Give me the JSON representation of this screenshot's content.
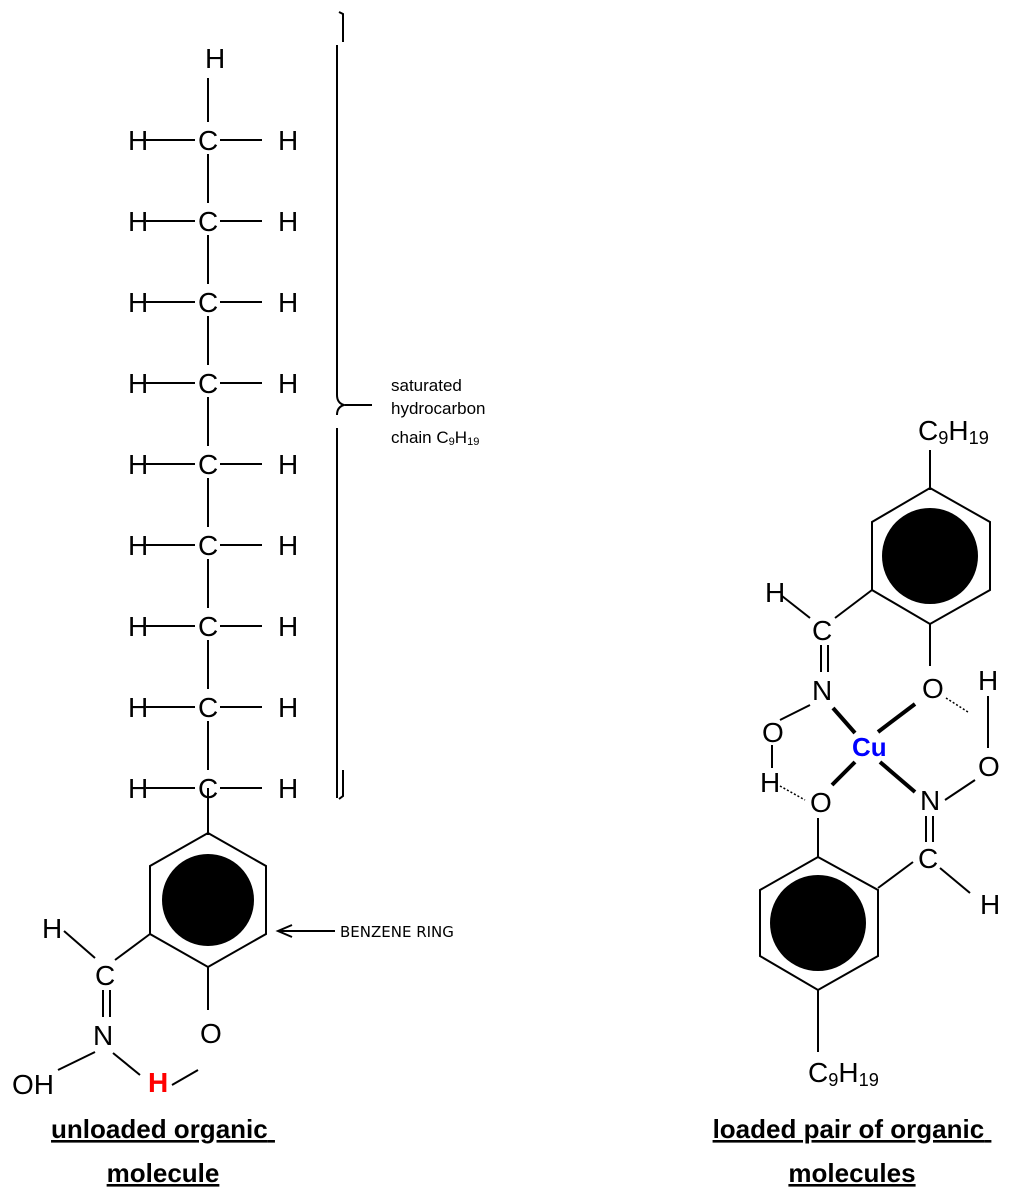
{
  "left_molecule": {
    "chain_atoms": {
      "carbon": "C",
      "hydrogen": "H"
    },
    "ring_label": "BENZENE RING",
    "chain_label_lines": [
      "saturated",
      "hydrocarbon",
      "chain C"
    ],
    "chain_label_sub9": "9",
    "chain_label_h": "H",
    "chain_label_sub19": "19",
    "oxime": {
      "h": "H",
      "c": "C",
      "n": "N",
      "oh": "OH",
      "o": "O",
      "acidic_h": "H"
    },
    "caption_lines": [
      "unloaded organic",
      "molecule"
    ]
  },
  "right_molecule": {
    "metal": "Cu",
    "alkyl_c": "C",
    "alkyl_sub9": "9",
    "alkyl_h": "H",
    "alkyl_sub19": "19",
    "atoms": {
      "h": "H",
      "c": "C",
      "n": "N",
      "o": "O"
    },
    "caption_lines": [
      "loaded pair of organic",
      "molecules"
    ]
  },
  "colors": {
    "metal": "#0000ff",
    "acidic_h": "#ff0000",
    "lines": "#000000"
  }
}
